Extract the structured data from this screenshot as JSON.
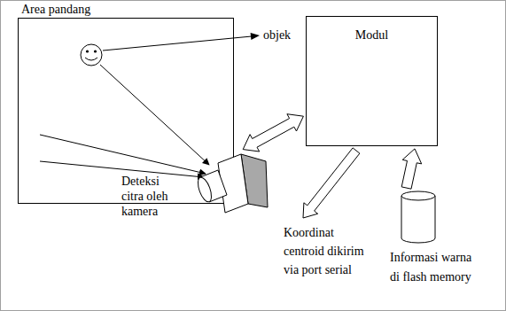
{
  "diagram": {
    "nodes": [
      {
        "text": [
          "Area pandang"
        ]
      },
      {
        "text": [
          "Deteksi citra oleh kamera"
        ]
      },
      {
        "text": [
          "Modul"
        ]
      },
      {
        "text": [
          "Informasi warna di flash memory"
        ]
      }
    ],
    "edges": [
      {
        "from": 1,
        "to": 2,
        "arrow": "both"
      },
      {
        "from": 3,
        "to": 2,
        "arrow": "to"
      }
    ],
    "labels": [
      "objek",
      "Koordinat centroid dikirim via port serial"
    ]
  }
}
